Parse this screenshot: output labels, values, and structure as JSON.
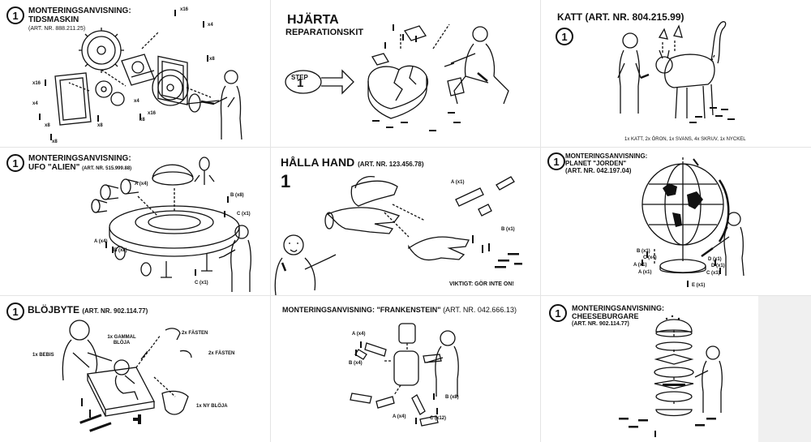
{
  "panels": {
    "clock": {
      "step": "1",
      "title": "MONTERINGSANVISNING:",
      "subtitle": "TIDSMASKIN",
      "art": "(ART. NR. 888.211.25)",
      "labels": [
        "x16",
        "x4",
        "x8",
        "x16",
        "x4",
        "x8",
        "x16",
        "x4",
        "x8",
        "x8",
        "x8"
      ]
    },
    "heart": {
      "title": "HJÄRTA",
      "subtitle": "REPARATIONSKIT",
      "step_word": "STEP",
      "step_num": "1"
    },
    "cat": {
      "title": "KATT",
      "art": "(ART. NR. 804.215.99)",
      "step": "1",
      "caption": "1x KATT, 2x ÖRON, 1x SVANS, 4x SKRUV, 1x NYCKEL"
    },
    "ufo": {
      "step": "1",
      "title": "MONTERINGSANVISNING:",
      "subtitle": "UFO \"ALIEN\"",
      "art": "(ART. NR. 515.999.88)",
      "labels": [
        "A (x4)",
        "B (x8)",
        "C (x1)",
        "A (x4)",
        "B (x8)",
        "C (x1)"
      ]
    },
    "hand": {
      "title": "HÅLLA HAND",
      "art": "(ART. NR. 123.456.78)",
      "step": "1",
      "warning": "VIKTIGT: GÖR INTE ON!",
      "labels": [
        "A (x1)",
        "B (x1)"
      ]
    },
    "globe": {
      "step": "1",
      "title": "MONTERINGSANVISNING:",
      "subtitle": "PLANET \"JORDEN\"",
      "art": "(ART. NR. 042.197.04)",
      "labels": [
        "B (x1)",
        "C (x4)",
        "A (x1)",
        "A (x1)",
        "D (x1)",
        "D (x1)",
        "C (x1)",
        "E (x1)"
      ]
    },
    "diaper": {
      "step": "1",
      "title": "BLÖJBYTE",
      "art": "(ART. NR. 902.114.77)",
      "labels": [
        "1x BEBIS",
        "1x GAMMAL BLÖJA",
        "2x FÄSTEN",
        "2x FÄSTEN",
        "1x NY BLÖJA"
      ]
    },
    "frank": {
      "title": "MONTERINGSANVISNING: \"FRANKENSTEIN\"",
      "art": "(ART. NR. 042.666.13)",
      "labels": [
        "A (x4)",
        "B (x4)",
        "B (x8)",
        "A (x4)",
        "C (x12)"
      ]
    },
    "burger": {
      "step": "1",
      "title": "MONTERINGSANVISNING:",
      "subtitle": "CHEESEBURGARE",
      "art": "(ART. NR. 902.114.77)"
    }
  }
}
